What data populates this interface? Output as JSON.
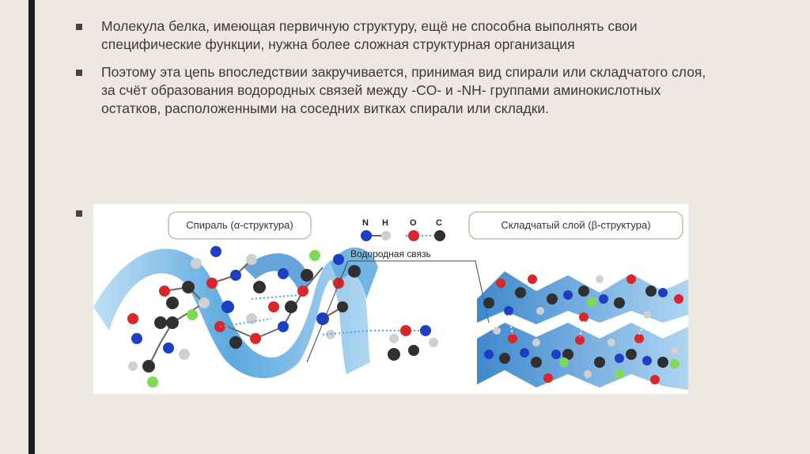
{
  "bullets": [
    {
      "text": "Молекула белка, имеющая первичную структуру, ещё не способна выполнять свои специфические функции, нужна более сложная структурная организация"
    },
    {
      "text": "Поэтому эта цепь впоследствии закручивается, принимая вид спирали или складчатого слоя, за счёт образования водородных связей между -CO- и -NH- группами аминокислотных остатков, расположенными на соседних витках спирали или складки."
    }
  ],
  "figure": {
    "helix_label": "Спираль (α-структура)",
    "sheet_label": "Складчатый слой (β-структура)",
    "hbond_label": "Водородная связь",
    "legend": {
      "n": "N",
      "h": "H",
      "o": "O",
      "c": "C"
    }
  },
  "colors": {
    "nitrogen": "#1e3fc4",
    "hydrogen": "#d0d0d0",
    "oxygen": "#d8262a",
    "carbon": "#303030",
    "ribbon": "#5aa9df",
    "substituent": "#7ed957"
  }
}
